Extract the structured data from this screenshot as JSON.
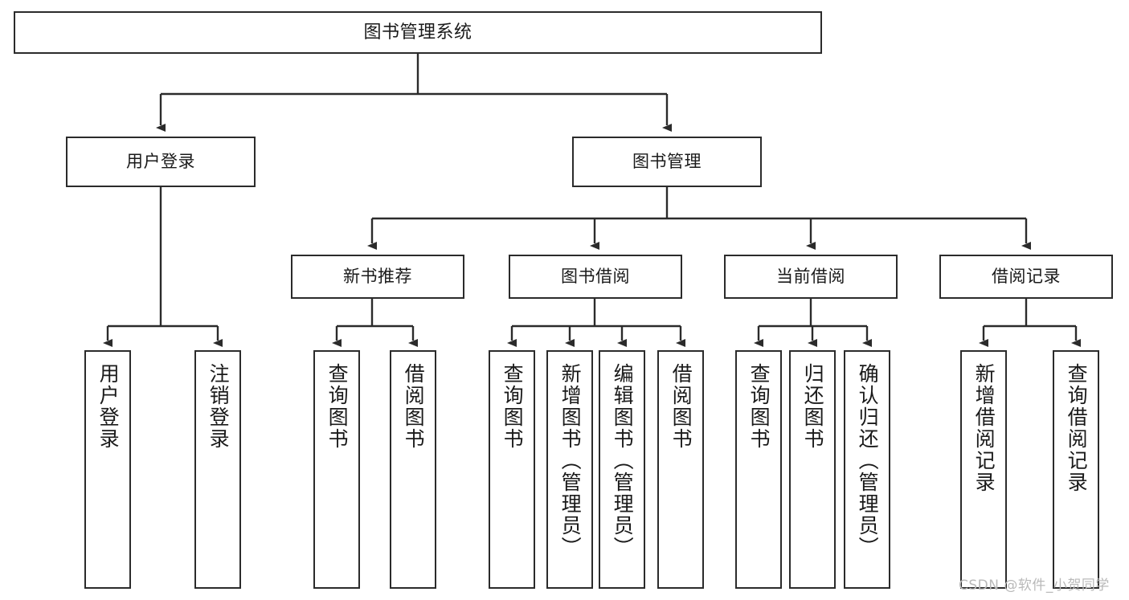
{
  "diagram": {
    "title": "图书管理系统",
    "type": "hierarchy-tree",
    "colors": {
      "box_border": "#2b2b2b",
      "box_fill": "#ffffff",
      "edge": "#2b2b2b",
      "text": "#1a1a1a",
      "watermark": "#b9b9b9"
    },
    "levels": {
      "level1": [
        "图书管理系统"
      ],
      "level2": [
        "用户登录",
        "图书管理"
      ],
      "level3": [
        "新书推荐",
        "图书借阅",
        "当前借阅",
        "借阅记录"
      ]
    },
    "nodes": {
      "root": {
        "label": "图书管理系统"
      },
      "user_login": {
        "label": "用户登录"
      },
      "book_manage": {
        "label": "图书管理"
      },
      "new_book_rec": {
        "label": "新书推荐"
      },
      "book_borrow": {
        "label": "图书借阅"
      },
      "current_borrow": {
        "label": "当前借阅"
      },
      "borrow_record": {
        "label": "借阅记录"
      },
      "leaf_01": {
        "label": "用户登录"
      },
      "leaf_02": {
        "label": "注销登录"
      },
      "leaf_03": {
        "label": "查询图书"
      },
      "leaf_04": {
        "label": "借阅图书"
      },
      "leaf_05": {
        "label": "查询图书"
      },
      "leaf_06": {
        "label": "新增图书（管理员）"
      },
      "leaf_07": {
        "label": "编辑图书（管理员）"
      },
      "leaf_08": {
        "label": "借阅图书"
      },
      "leaf_09": {
        "label": "查询图书"
      },
      "leaf_10": {
        "label": "归还图书"
      },
      "leaf_11": {
        "label": "确认归还（管理员）"
      },
      "leaf_12": {
        "label": "新增借阅记录"
      },
      "leaf_13": {
        "label": "查询借阅记录"
      }
    },
    "watermark": "CSDN @软件_小贺同学"
  }
}
